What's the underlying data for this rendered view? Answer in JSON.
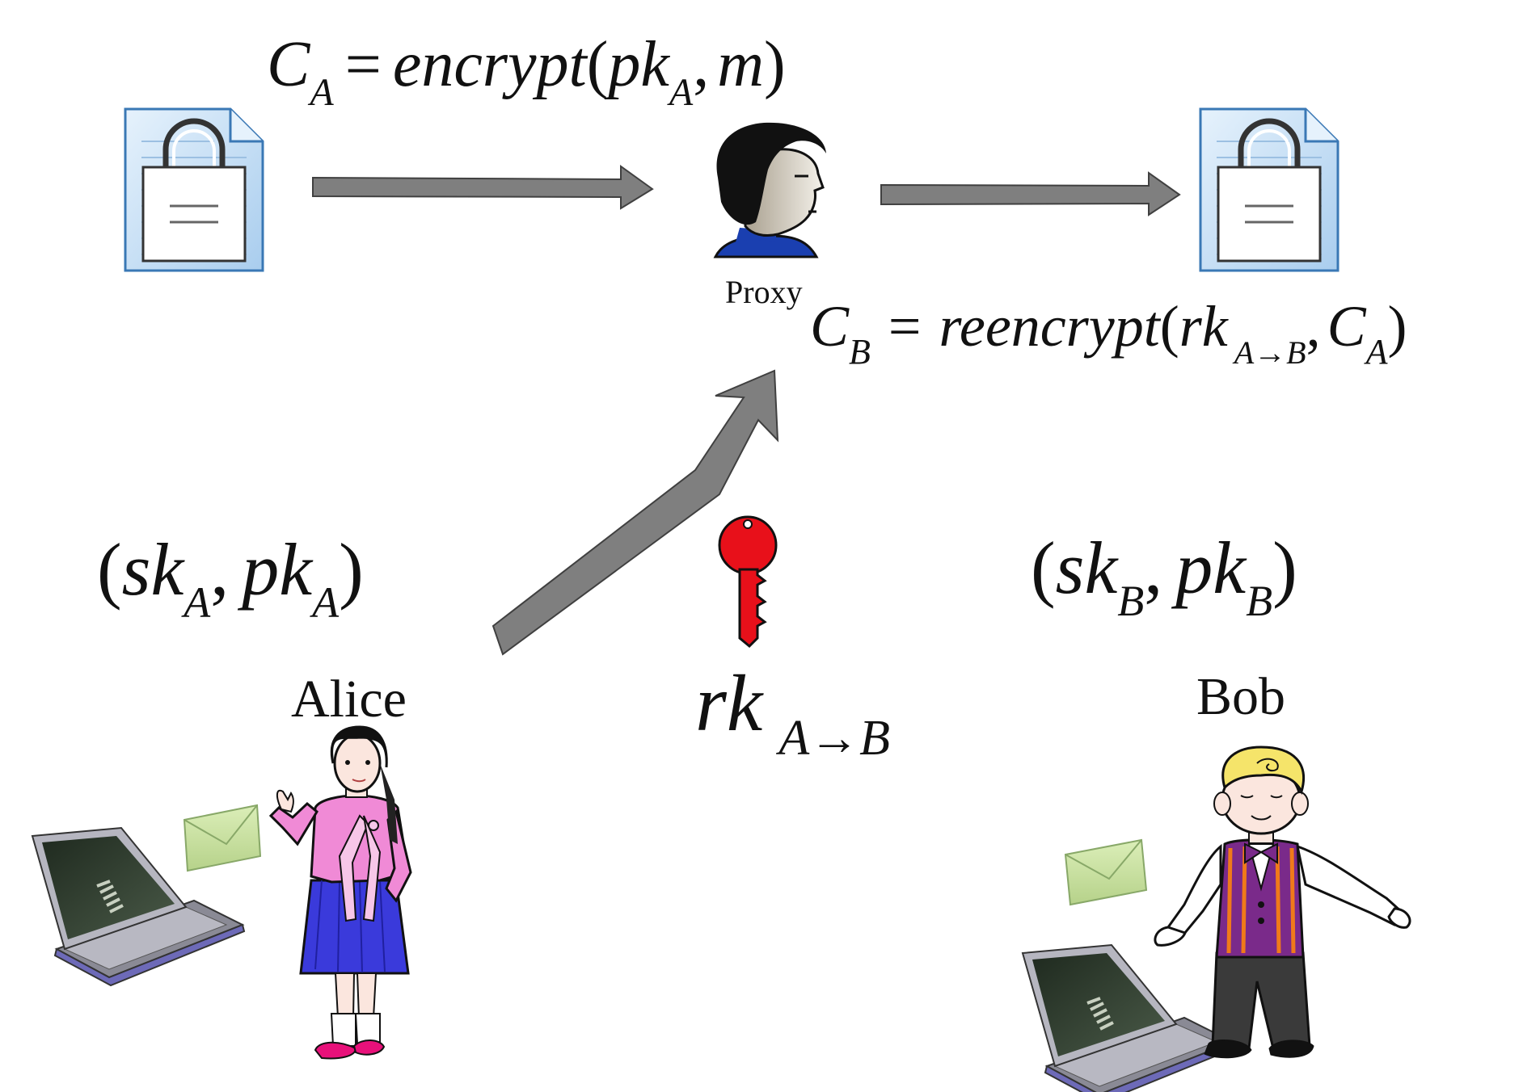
{
  "diagram": {
    "formula_encrypt": {
      "c": "C",
      "c_sub": "A",
      "eq": "=",
      "fn": "encrypt",
      "open": "(",
      "arg1": "pk",
      "arg1_sub": "A",
      "comma": ",",
      "arg2": "m",
      "close": ")"
    },
    "formula_reencrypt": {
      "c": "C",
      "c_sub": "B",
      "eq": "=",
      "fn": "reencrypt",
      "open": "(",
      "arg1": "rk",
      "arg1_sub": "A→B",
      "comma": ",",
      "arg2": "C",
      "arg2_sub": "A",
      "close": ")"
    },
    "keypair_alice": {
      "open": "(",
      "sk": "sk",
      "sk_sub": "A",
      "comma": ",",
      "pk": "pk",
      "pk_sub": "A",
      "close": ")"
    },
    "keypair_bob": {
      "open": "(",
      "sk": "sk",
      "sk_sub": "B",
      "comma": ",",
      "pk": "pk",
      "pk_sub": "B",
      "close": ")"
    },
    "rekey": {
      "rk": "rk",
      "rk_sub": "A→B"
    },
    "labels": {
      "proxy": "Proxy",
      "alice": "Alice",
      "bob": "Bob"
    },
    "colors": {
      "arrow_fill": "#7f7f7f",
      "doc_fill": "#c9e2f6",
      "doc_edge": "#3a78b5",
      "key_red": "#e8101a",
      "envelope": "#c9dfa0",
      "alice_top": "#f08ad6",
      "alice_skirt": "#3a3adb",
      "bob_vest": "#7a2a8a",
      "bob_hair": "#f5e46a"
    },
    "icons": [
      "locked-document-icon",
      "proxy-person-icon",
      "red-key-icon",
      "envelope-icon",
      "laptop-icon"
    ]
  }
}
